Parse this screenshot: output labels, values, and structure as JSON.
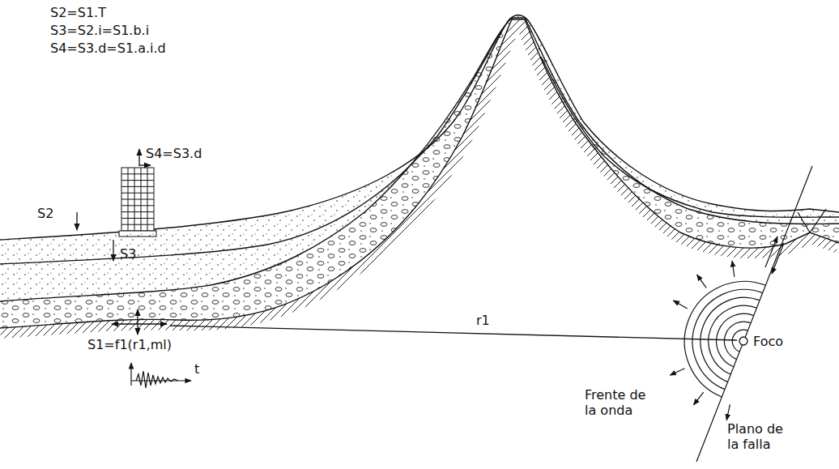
{
  "diagram": {
    "labels": [
      "S2=S1.T",
      "S3=S2.i=S1.b.i",
      "S4=S3.d=S1.a.i.d",
      "S4=S3.d",
      "S2",
      "S3",
      "S1=f1(r1,ml)",
      "t",
      "r1",
      "Foco",
      "Frente de la onda",
      "Plano de la falla"
    ]
  }
}
